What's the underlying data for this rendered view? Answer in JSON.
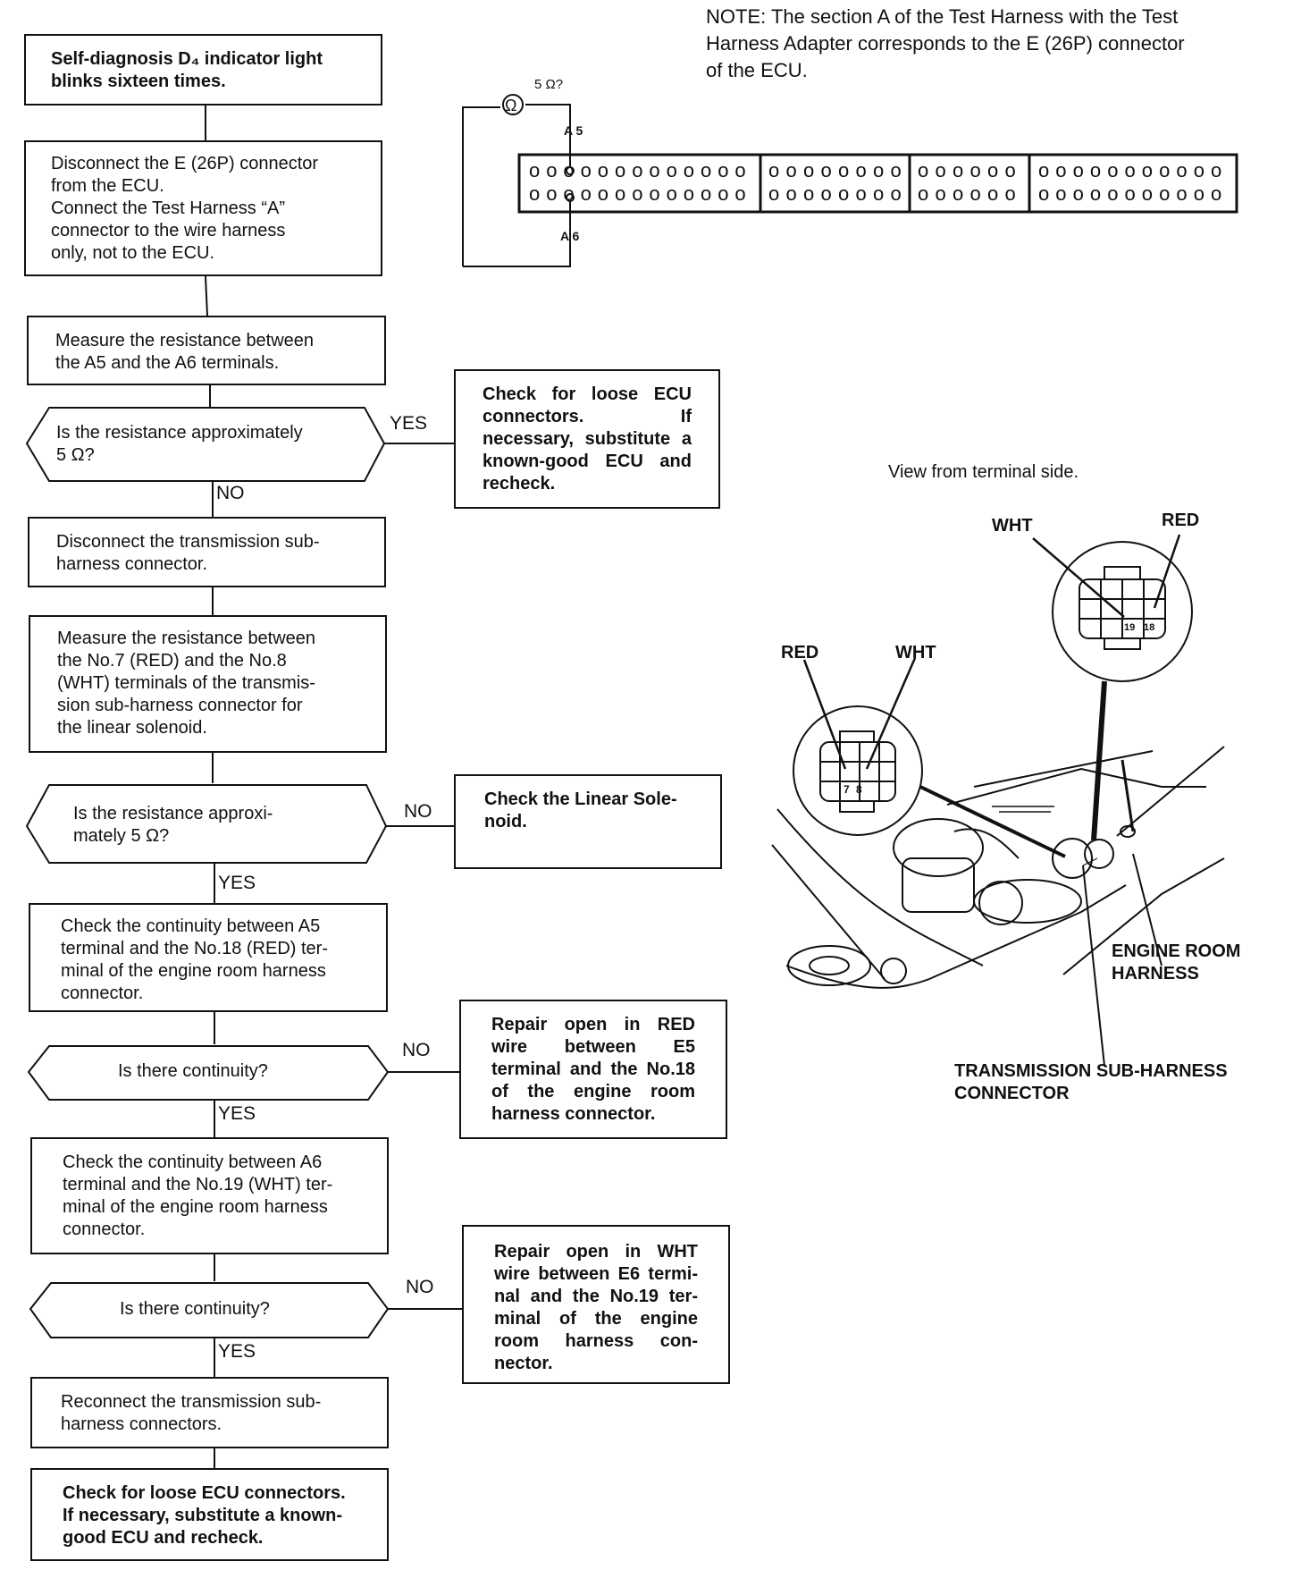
{
  "note": "NOTE:  The section A of the Test Harness with the Test\nHarness Adapter corresponds to the E (26P) connector\nof the ECU.",
  "flow": {
    "step1": "Self-diagnosis D₄ indicator light\nblinks sixteen times.",
    "step2": "Disconnect the E (26P) connector\nfrom the ECU.\nConnect the Test Harness “A”\nconnector to the wire harness\nonly, not to the ECU.",
    "step3": "Measure the resistance between\nthe A5 and the A6 terminals.",
    "decision1": "Is the resistance approximately\n5 Ω?",
    "decision1_yes": "YES",
    "decision1_no": "NO",
    "result1": "Check for loose ECU connectors. If necessary, substitute a known-good ECU and recheck.",
    "step4": "Disconnect the transmission sub-\nharness connector.",
    "step5": "Measure the resistance between\nthe No.7 (RED) and the No.8\n(WHT) terminals of the transmis-\nsion sub-harness connector for\nthe linear solenoid.",
    "decision2": "Is the resistance approxi-\nmately 5 Ω?",
    "decision2_no": "NO",
    "decision2_yes": "YES",
    "result2": "Check the Linear Sole-\nnoid.",
    "step6": "Check the continuity between A5\nterminal and the No.18 (RED) ter-\nminal of the engine room harness\nconnector.",
    "decision3": "Is there continuity?",
    "decision3_no": "NO",
    "decision3_yes": "YES",
    "result3": "Repair open in RED wire between E5 terminal and the No.18 of the engine room harness connector.",
    "step7": "Check the continuity between A6\nterminal and the No.19 (WHT) ter-\nminal of the engine room harness\nconnector.",
    "decision4": "Is there continuity?",
    "decision4_no": "NO",
    "decision4_yes": "YES",
    "result4": "Repair open in WHT wire between E6 termi-nal and the No.19 ter-minal of the engine room harness con-nector.",
    "step8": "Reconnect the transmission sub-\nharness connectors.",
    "step9": "Check for loose ECU connectors.\nIf necessary, substitute a known-\ngood ECU and recheck."
  },
  "ecu_diagram": {
    "ohm_symbol": "Ω",
    "ohm_value": "5 Ω?",
    "a5_label": "A 5",
    "a6_label": "A 6",
    "pin_glyph": "o"
  },
  "illustration": {
    "view_label": "View from terminal side.",
    "wht_upper": "WHT",
    "red_upper": "RED",
    "pin19": "19",
    "pin18": "18",
    "red_lower": "RED",
    "wht_lower": "WHT",
    "pin7": "7",
    "pin8": "8",
    "engine_room_harness": "ENGINE ROOM\nHARNESS",
    "trans_sub_harness": "TRANSMISSION SUB-HARNESS\nCONNECTOR"
  }
}
